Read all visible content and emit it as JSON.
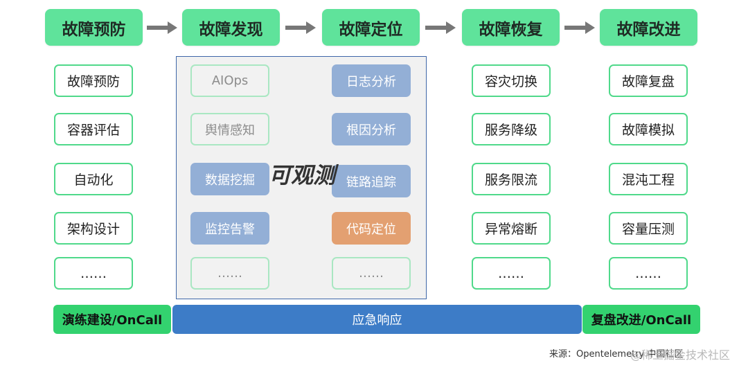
{
  "stages": [
    "故障预防",
    "故障发现",
    "故障定位",
    "故障恢复",
    "故障改进"
  ],
  "columns": {
    "prevention": [
      "故障预防",
      "容器评估",
      "自动化",
      "架构设计",
      "……"
    ],
    "recovery": [
      "容灾切换",
      "服务降级",
      "服务限流",
      "异常熔断",
      "……"
    ],
    "improvement": [
      "故障复盘",
      "故障模拟",
      "混沌工程",
      "容量压测",
      "……"
    ]
  },
  "observability": {
    "label": "可观测",
    "left": [
      "AIOps",
      "舆情感知",
      "数据挖掘",
      "监控告警",
      "……"
    ],
    "right": [
      "日志分析",
      "根因分析",
      "链路追踪",
      "代码定位",
      "……"
    ]
  },
  "bottom": {
    "left": "演练建设/OnCall",
    "center": "应急响应",
    "right": "复盘改进/OnCall"
  },
  "source": "来源：Opentelemetry 中国社区",
  "watermark": "@稀土掘金技术社区",
  "colors": {
    "stage_green": "#5fe39b",
    "box_border_green": "#4fd98a",
    "blue_item": "#93afd6",
    "orange_item": "#e3a071",
    "response_blue": "#3d7cc7"
  }
}
